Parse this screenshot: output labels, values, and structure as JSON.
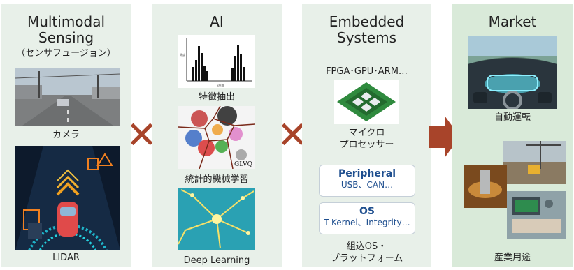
{
  "sensing": {
    "title_line1": "Multimodal",
    "title_line2": "Sensing",
    "subtitle": "（センサフュージョン）",
    "camera_label": "カメラ",
    "lidar_label": "LIDAR"
  },
  "ai": {
    "title": "AI",
    "feature_label": "特徴抽出",
    "glvq_text": "GLVQ",
    "stats_label": "統計的機械学習",
    "deep_label": "Deep Learning"
  },
  "embedded": {
    "title_line1": "Embedded",
    "title_line2": "Systems",
    "platforms": "FPGA･GPU･ARM…",
    "processor_line1": "マイクロ",
    "processor_line2": "プロセッサー",
    "peripheral_title": "Peripheral",
    "peripheral_items": "USB、CAN…",
    "os_title": "OS",
    "os_items": "T-Kernel、Integrity…",
    "bottom_line1": "組込OS・",
    "bottom_line2": "プラットフォーム"
  },
  "market": {
    "title": "Market",
    "auto_label": "自動運転",
    "industry_label": "産業用途"
  },
  "operators": {
    "times_symbol": "✕"
  },
  "colors": {
    "panel_bg": "#e8f0e9",
    "market_bg": "#d9ead9",
    "accent": "#a8442a",
    "box_text": "#1f4f8f"
  }
}
